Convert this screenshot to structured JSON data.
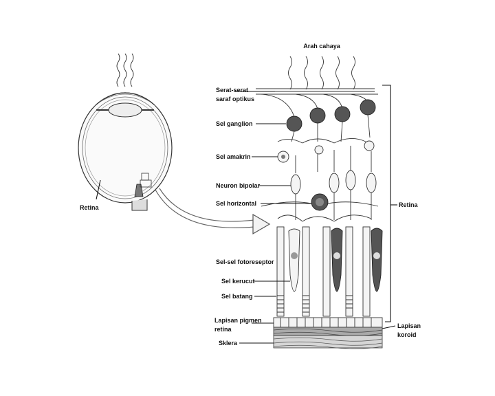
{
  "labels": {
    "light_direction": "Arah cahaya",
    "optic_fibers": [
      "Serat-serat",
      "saraf optikus"
    ],
    "ganglion": "Sel ganglion",
    "amacrine": "Sel amakrin",
    "bipolar": "Neuron bipolar",
    "horizontal": "Sel horizontal",
    "photoreceptors": "Sel-sel fotoreseptor",
    "cone": "Sel kerucut",
    "rod": "Sel batang",
    "pigment": [
      "Lapisan pigmen",
      "retina"
    ],
    "sclera": "Sklera",
    "retina_right": "Retina",
    "choroid": [
      "Lapisan",
      "koroid"
    ],
    "retina_left": "Retina"
  }
}
